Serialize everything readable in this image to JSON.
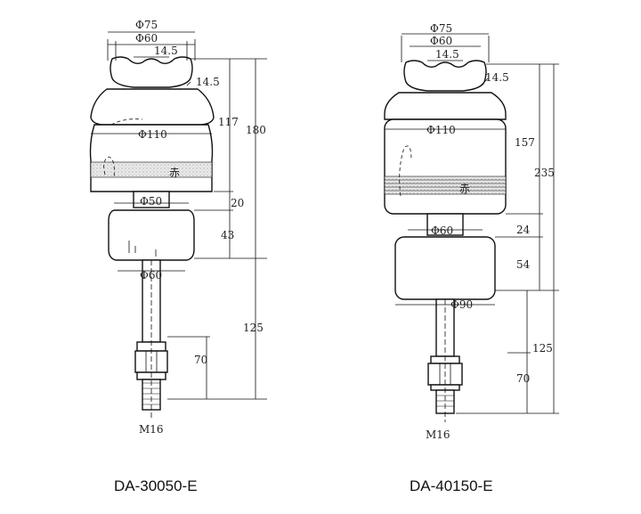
{
  "left": {
    "model": "DA-30050-E",
    "d_top_outer": "Φ75",
    "d_top_inner": "Φ60",
    "groove": "14.5",
    "groove_side": "14.5",
    "d_shed": "Φ110",
    "d_neck": "Φ50",
    "d_base": "Φ60",
    "mark": "赤",
    "h_head": "117",
    "h_total": "180",
    "h_neck": "20",
    "h_cap": "43",
    "h_bolt": "125",
    "h_thread": "70",
    "thread": "M16"
  },
  "right": {
    "model": "DA-40150-E",
    "d_top_outer": "Φ75",
    "d_top_inner": "Φ60",
    "groove": "14.5",
    "groove_side": "14.5",
    "d_shed": "Φ110",
    "d_neck": "Φ60",
    "d_base": "Φ90",
    "mark": "赤",
    "h_head": "157",
    "h_total": "235",
    "h_neck": "24",
    "h_cap": "54",
    "h_bolt": "125",
    "h_thread": "70",
    "thread": "M16"
  }
}
